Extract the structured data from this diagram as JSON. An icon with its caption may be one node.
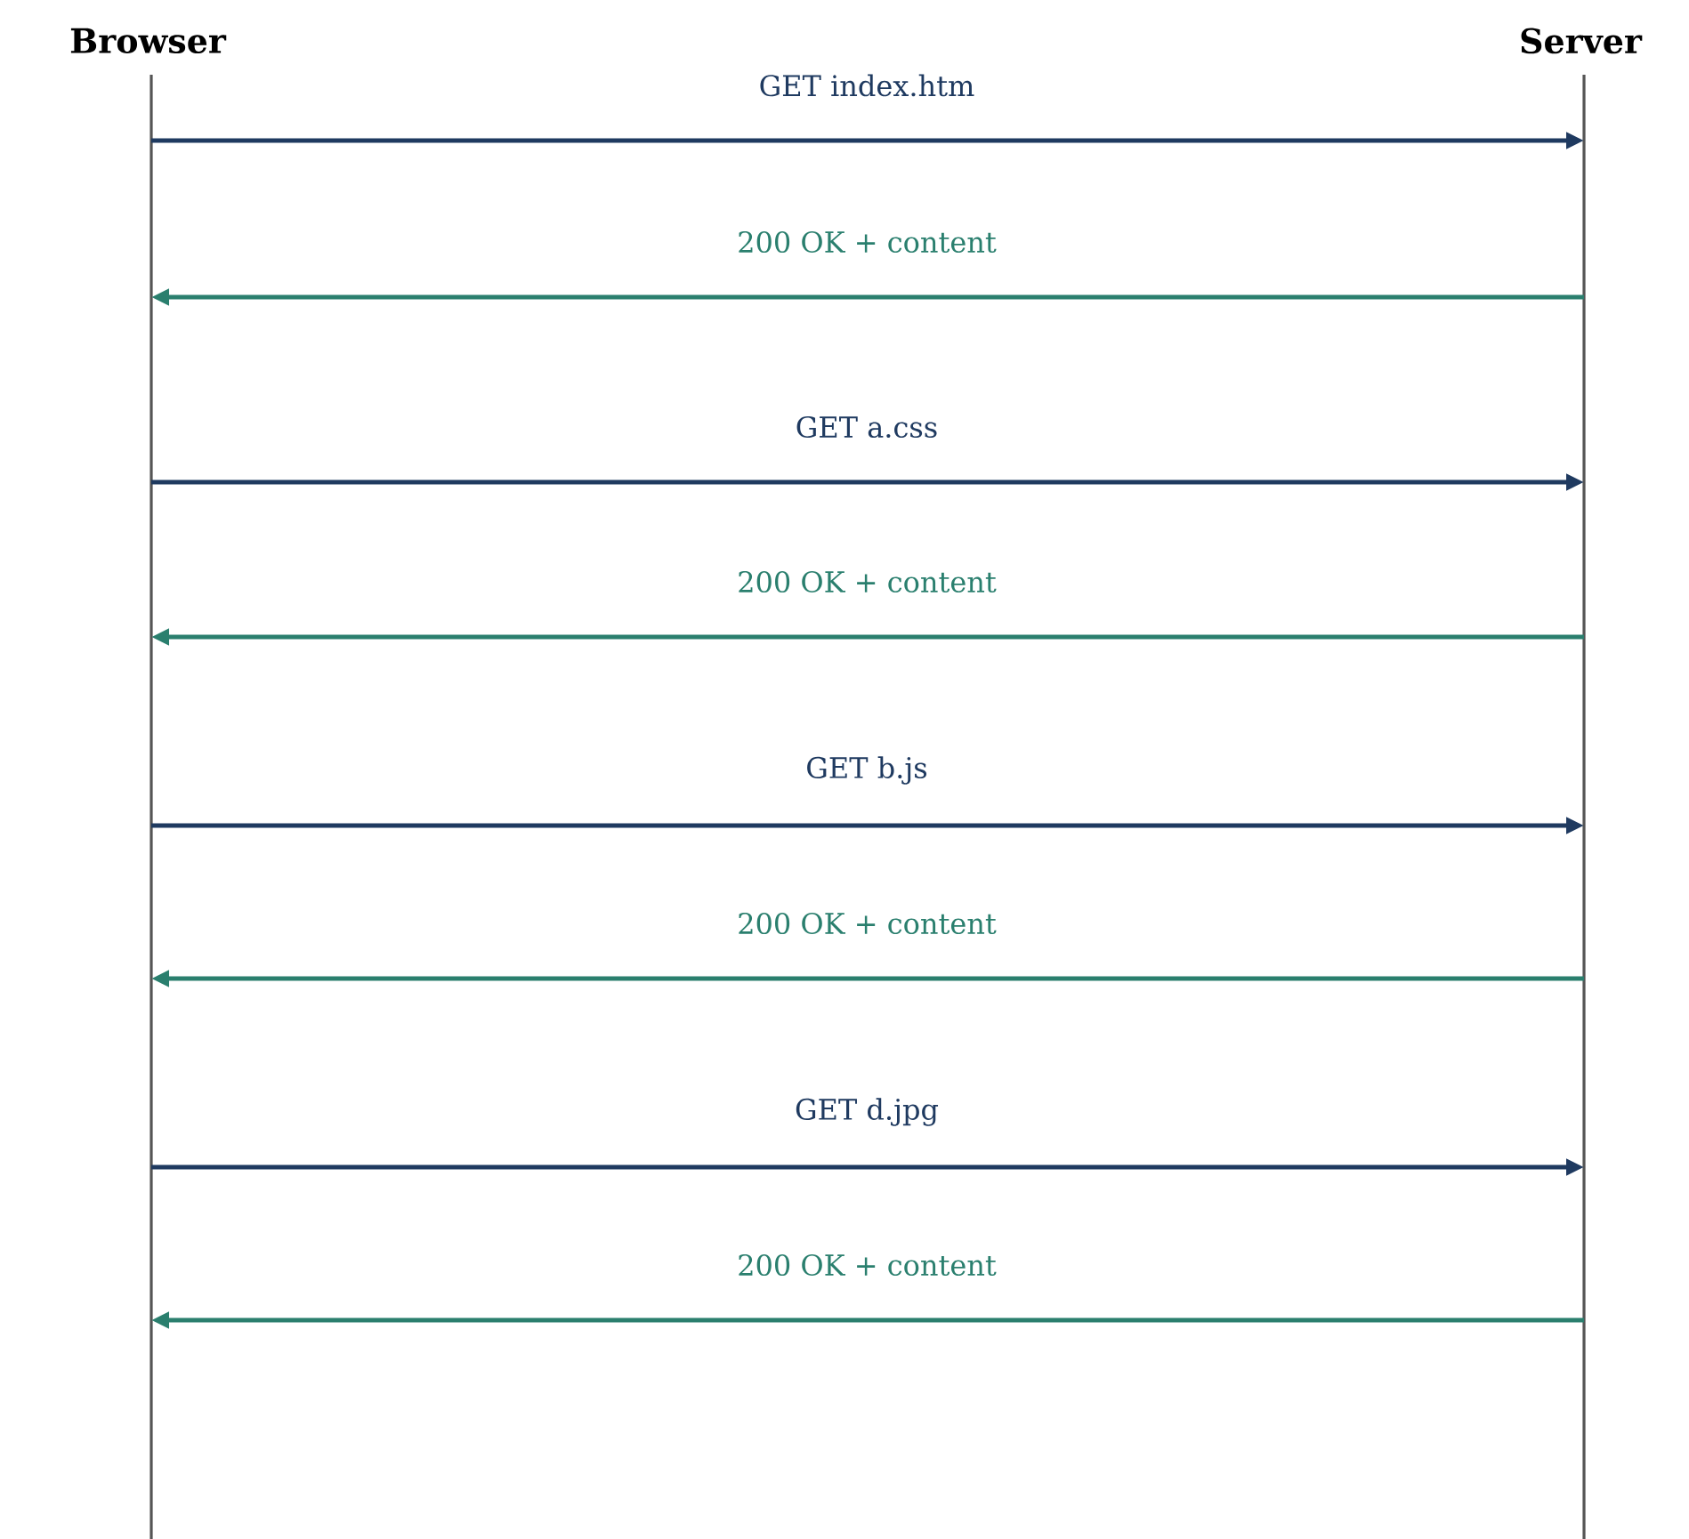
{
  "diagram": {
    "nodes": [
      {
        "text": [
          "Browser"
        ]
      },
      {
        "text": [
          "Server"
        ]
      }
    ],
    "edges": [
      {
        "from": 0,
        "to": 1,
        "arrow": "to",
        "label": "GET index.htm",
        "color": "#1f3a60"
      },
      {
        "from": 1,
        "to": 0,
        "arrow": "to",
        "label": "200 OK + content",
        "color": "#2a7f6e"
      },
      {
        "from": 0,
        "to": 1,
        "arrow": "to",
        "label": "GET a.css",
        "color": "#1f3a60"
      },
      {
        "from": 1,
        "to": 0,
        "arrow": "to",
        "label": "200 OK + content",
        "color": "#2a7f6e"
      },
      {
        "from": 0,
        "to": 1,
        "arrow": "to",
        "label": "GET b.js",
        "color": "#1f3a60"
      },
      {
        "from": 1,
        "to": 0,
        "arrow": "to",
        "label": "200 OK + content",
        "color": "#2a7f6e"
      },
      {
        "from": 0,
        "to": 1,
        "arrow": "to",
        "label": "GET d.jpg",
        "color": "#1f3a60"
      },
      {
        "from": 1,
        "to": 0,
        "arrow": "to",
        "label": "200 OK + content",
        "color": "#2a7f6e"
      }
    ]
  }
}
